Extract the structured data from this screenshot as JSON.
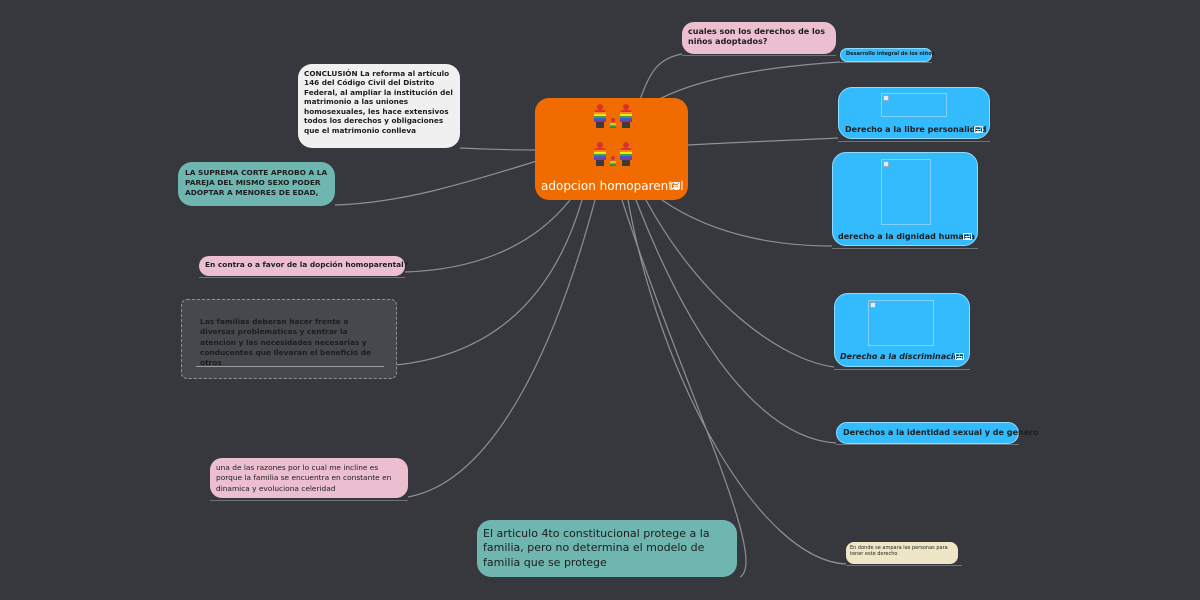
{
  "colors": {
    "background": "#36383d",
    "central": "#f06c00",
    "pink": "#ecbfd0",
    "grey": "#f0f0f0",
    "teal": "#6fb6b1",
    "blue": "#33bbfe",
    "cream": "#eee6c6",
    "link": "#8d9096"
  },
  "central": {
    "label": "adopcion homoparental",
    "image_icon": "rainbow-family-icon",
    "note_icon": "note-icon"
  },
  "nodes": {
    "derechos_ninos": "cuales son los derechos de los niños adoptados?",
    "desarrollo": "Desarrollo integral de los niños",
    "libre_personalidad": "Derecho a la libre personalidad",
    "dignidad": "derecho a la dignidad humana",
    "discriminacion": "Derecho a la discriminación",
    "identidad": "Derechos a la identidad sexual y de genero",
    "ampara": "En donde se ampara las personas para tener este derecho",
    "articulo": "El articulo 4to constitucional protege a la familia, pero no determina el modelo de familia que se protege",
    "razones": "una de las razones por lo cual me incline es porque la familia se encuentra en constante en dinamica y evoluciona celeridad",
    "familias": "Las familias deberan hacer frente a diversas problematicas y centrar la atencion y las necesidades necesarias y conducentes que llevaran el beneficio de otros",
    "en_contra": "En contra o a favor de la dopción homoparental?",
    "suprema": "LA SUPREMA CORTE APROBO A LA PAREJA DEL MISMO SEXO PODER ADOPTAR A MENORES DE EDAD,",
    "conclusion": "CONCLUSIÓN  La reforma al artículo 146 del Código Civil del Distrito Federal, al ampliar la institución del matrimonio a las uniones homosexuales, les hace extensivos todos los derechos y obligaciones que el matrimonio conlleva"
  }
}
